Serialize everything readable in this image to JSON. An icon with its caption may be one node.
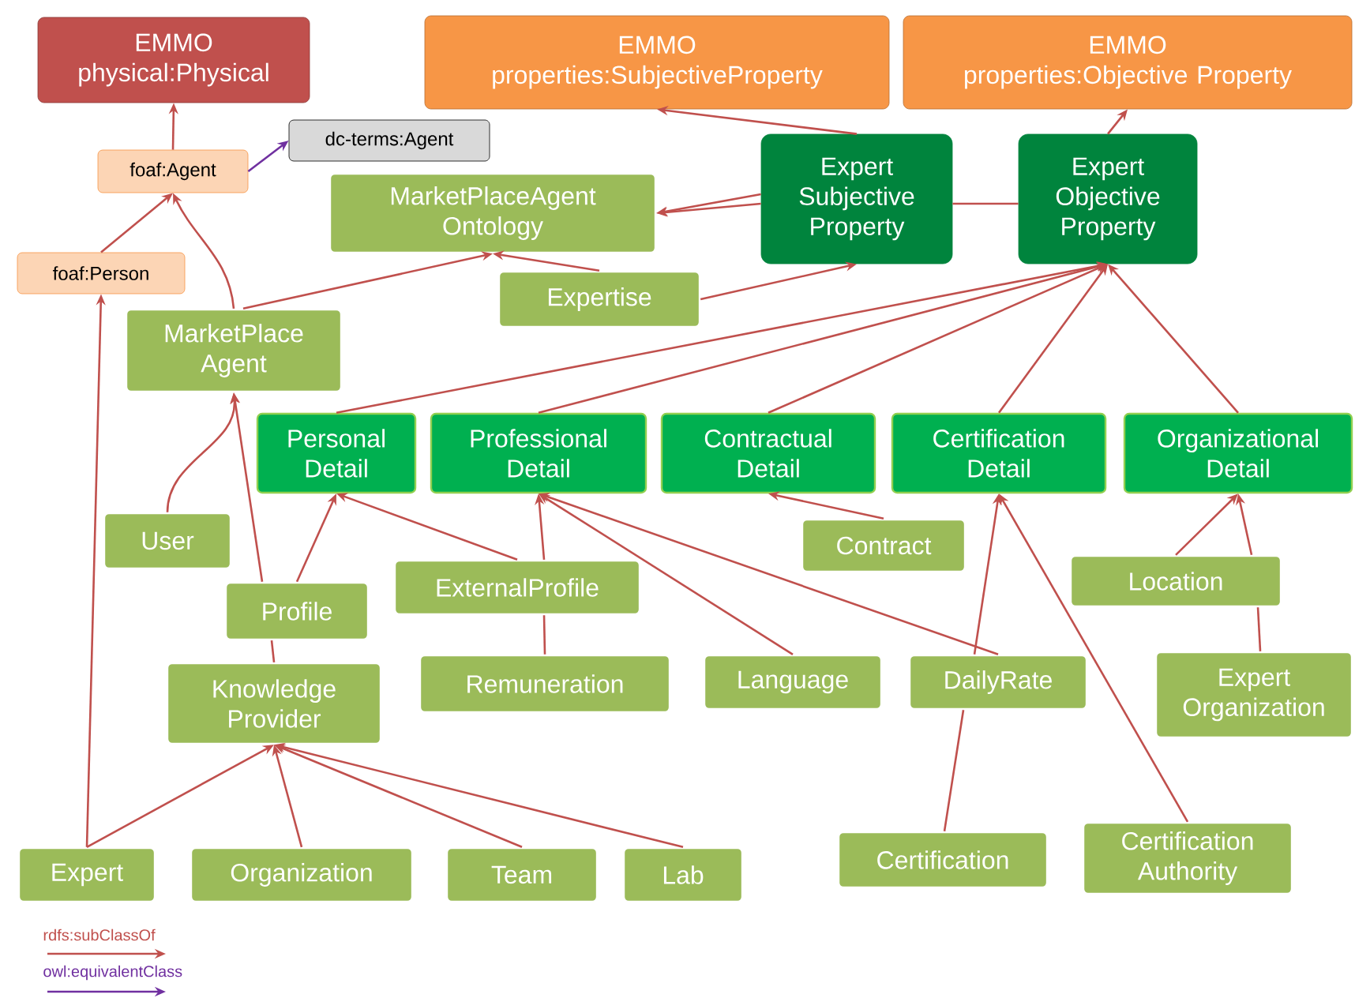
{
  "diagram": {
    "nodes": [
      {
        "text": [
          "EMMO",
          "physical:Physical"
        ]
      },
      {
        "text": [
          "EMMO",
          "properties:SubjectiveProperty"
        ]
      },
      {
        "text": [
          "EMMO",
          "properties:Objective Property"
        ]
      },
      {
        "text": [
          "foaf:Agent"
        ]
      },
      {
        "text": [
          "dc-terms:Agent"
        ]
      },
      {
        "text": [
          "Expert Subjective Property"
        ]
      },
      {
        "text": [
          "Expert Objective Property"
        ]
      },
      {
        "text": [
          "MarketPlaceAgent Ontology"
        ]
      },
      {
        "text": [
          "foaf:Person"
        ]
      },
      {
        "text": [
          "Expertise"
        ]
      },
      {
        "text": [
          "MarketPlace Agent"
        ]
      },
      {
        "text": [
          "Personal Detail"
        ]
      },
      {
        "text": [
          "Professional Detail"
        ]
      },
      {
        "text": [
          "Contractual Detail"
        ]
      },
      {
        "text": [
          "Certification Detail"
        ]
      },
      {
        "text": [
          "Organizational Detail"
        ]
      },
      {
        "text": [
          "User"
        ]
      },
      {
        "text": [
          "Contract"
        ]
      },
      {
        "text": [
          "Location"
        ]
      },
      {
        "text": [
          "Profile"
        ]
      },
      {
        "text": [
          "ExternalProfile"
        ]
      },
      {
        "text": [
          "Knowledge Provider"
        ]
      },
      {
        "text": [
          "Remuneration"
        ]
      },
      {
        "text": [
          "Language"
        ]
      },
      {
        "text": [
          "DailyRate"
        ]
      },
      {
        "text": [
          "Expert Organization"
        ]
      },
      {
        "text": [
          "Expert"
        ]
      },
      {
        "text": [
          "Organization"
        ]
      },
      {
        "text": [
          "Team"
        ]
      },
      {
        "text": [
          "Lab"
        ]
      },
      {
        "text": [
          "Certification"
        ]
      },
      {
        "text": [
          "Certification Authority"
        ]
      }
    ],
    "edges": [
      {
        "from": 3,
        "to": 0,
        "arrow": "to"
      },
      {
        "from": 3,
        "to": 4,
        "arrow": "to",
        "color": "#7030a0"
      },
      {
        "from": 8,
        "to": 3,
        "arrow": "to"
      },
      {
        "from": 10,
        "to": 3,
        "arrow": "to"
      },
      {
        "from": 10,
        "to": 7,
        "arrow": "to"
      },
      {
        "from": 9,
        "to": 7,
        "arrow": "to"
      },
      {
        "from": 5,
        "to": 7,
        "arrow": "to"
      },
      {
        "from": 5,
        "to": 1,
        "arrow": "to"
      },
      {
        "from": 6,
        "to": 2,
        "arrow": "to"
      },
      {
        "from": 6,
        "to": 5,
        "arrow": "none"
      },
      {
        "from": 5,
        "to": 7,
        "arrow": "to"
      },
      {
        "from": 9,
        "to": 5,
        "arrow": "to"
      },
      {
        "from": 11,
        "to": 6,
        "arrow": "to"
      },
      {
        "from": 12,
        "to": 6,
        "arrow": "to"
      },
      {
        "from": 13,
        "to": 6,
        "arrow": "to"
      },
      {
        "from": 14,
        "to": 6,
        "arrow": "to"
      },
      {
        "from": 15,
        "to": 6,
        "arrow": "to"
      },
      {
        "from": 16,
        "to": 10,
        "arrow": "to"
      },
      {
        "from": 21,
        "to": 19,
        "arrow": "none"
      },
      {
        "from": 19,
        "to": 10,
        "arrow": "to"
      },
      {
        "from": 19,
        "to": 11,
        "arrow": "to"
      },
      {
        "from": 20,
        "to": 11,
        "arrow": "to"
      },
      {
        "from": 22,
        "to": 20,
        "arrow": "none"
      },
      {
        "from": 20,
        "to": 12,
        "arrow": "to"
      },
      {
        "from": 23,
        "to": 12,
        "arrow": "to"
      },
      {
        "from": 24,
        "to": 12,
        "arrow": "to"
      },
      {
        "from": 30,
        "to": 24,
        "arrow": "none"
      },
      {
        "from": 24,
        "to": 14,
        "arrow": "to"
      },
      {
        "from": 31,
        "to": 14,
        "arrow": "to"
      },
      {
        "from": 17,
        "to": 13,
        "arrow": "to"
      },
      {
        "from": 18,
        "to": 15,
        "arrow": "to"
      },
      {
        "from": 25,
        "to": 18,
        "arrow": "none"
      },
      {
        "from": 18,
        "to": 15,
        "arrow": "to"
      },
      {
        "from": 26,
        "to": 21,
        "arrow": "to"
      },
      {
        "from": 27,
        "to": 21,
        "arrow": "to"
      },
      {
        "from": 28,
        "to": 21,
        "arrow": "to"
      },
      {
        "from": 29,
        "to": 21,
        "arrow": "to"
      },
      {
        "from": 26,
        "to": 8,
        "arrow": "to"
      }
    ],
    "legend": [
      {
        "text": "rdfs:subClassOf"
      },
      {
        "text": "owl:equivalentClass"
      }
    ]
  }
}
